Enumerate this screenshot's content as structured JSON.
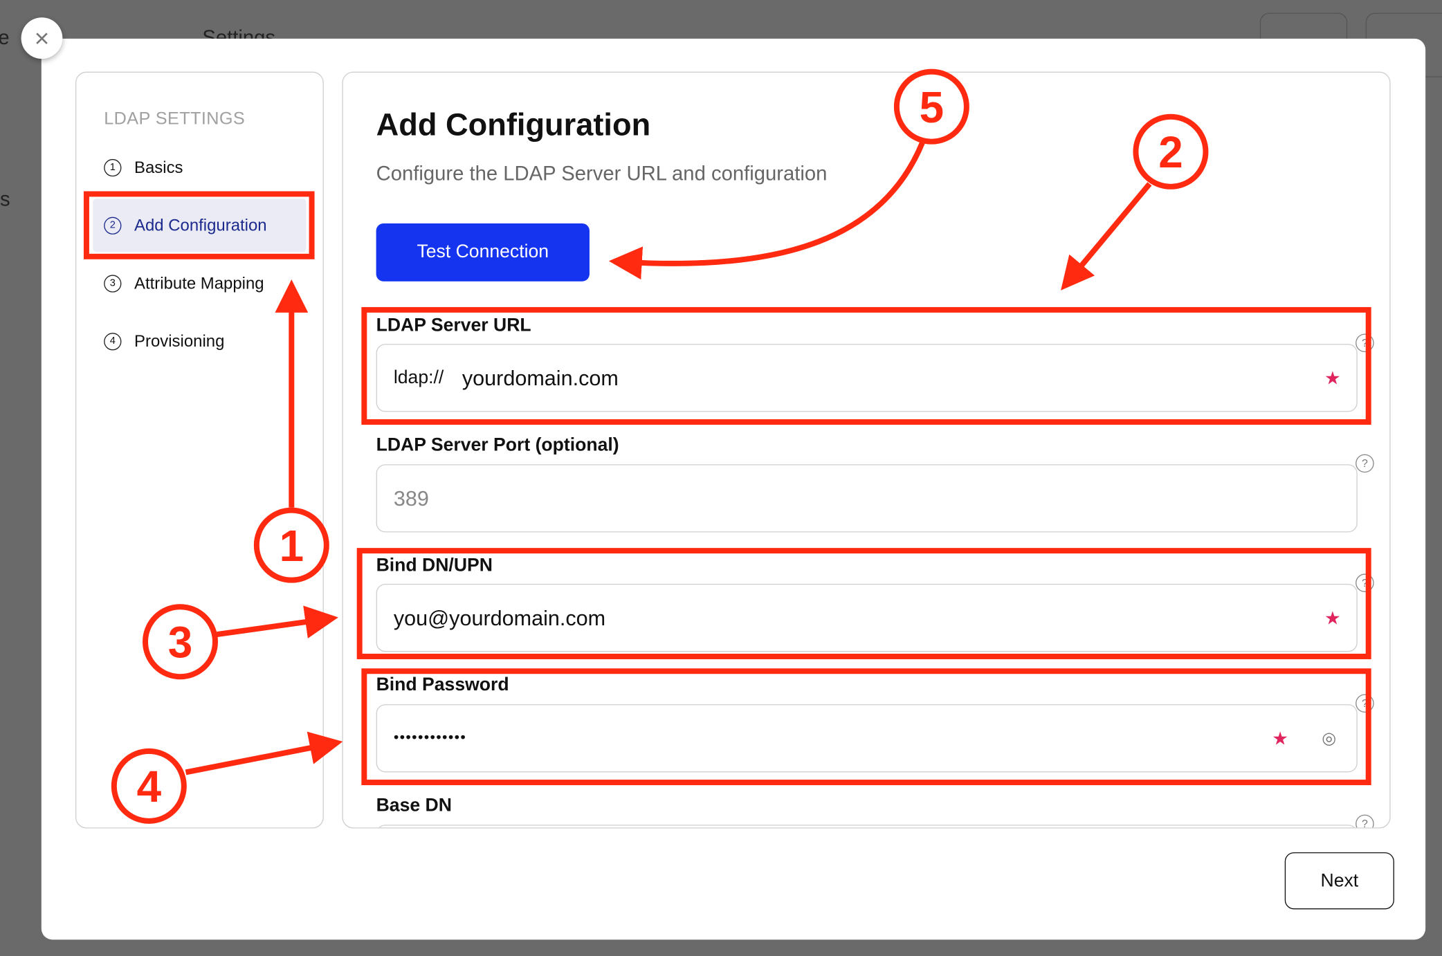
{
  "background": {
    "left_text_1": "e",
    "left_text_2": "s",
    "header_title": "Settings"
  },
  "modal": {
    "close_icon": "x-icon",
    "sidebar": {
      "section_title": "LDAP SETTINGS",
      "steps": [
        {
          "num": "1",
          "label": "Basics"
        },
        {
          "num": "2",
          "label": "Add Configuration",
          "active": true
        },
        {
          "num": "3",
          "label": "Attribute Mapping"
        },
        {
          "num": "4",
          "label": "Provisioning"
        }
      ]
    },
    "main": {
      "title": "Add Configuration",
      "subtitle": "Configure the LDAP Server URL and configuration",
      "test_button": "Test Connection",
      "fields": [
        {
          "label": "LDAP Server URL",
          "prefix": "ldap://",
          "value": "yourdomain.com",
          "required": true
        },
        {
          "label": "LDAP Server Port (optional)",
          "placeholder": "389"
        },
        {
          "label": "Bind DN/UPN",
          "value": "you@yourdomain.com",
          "required": true
        },
        {
          "label": "Bind Password",
          "value": "••••••••••••",
          "required": true
        },
        {
          "label": "Base DN"
        }
      ],
      "help_glyph": "?",
      "required_glyph": "★",
      "eye_glyph": "◎"
    },
    "next_button": "Next"
  },
  "annotations": {
    "color": "#ff2a10",
    "labels": [
      "1",
      "2",
      "3",
      "4",
      "5"
    ]
  }
}
